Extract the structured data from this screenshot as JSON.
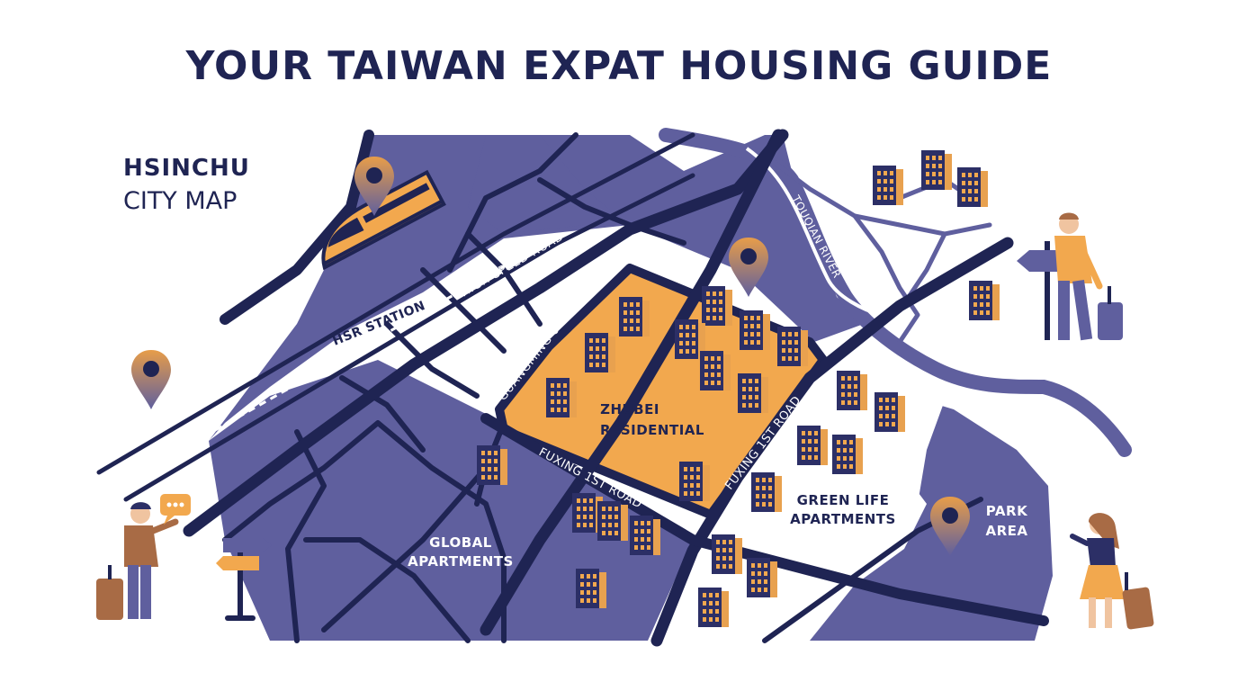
{
  "title": "YOUR TAIWAN EXPAT HOUSING GUIDE",
  "city": {
    "line1": "HSINCHU",
    "line2": "CITY MAP"
  },
  "roads": {
    "high_speed": "HIGH SPEED ROAD",
    "guangming": "GUANGMING 6th ROAD",
    "fuxing_a": "FUXING 1ST ROAD",
    "fuxing_b": "FUXING 1ST ROAD",
    "river": "TOUQIAN RIVER"
  },
  "places": {
    "hsr_station": "HSR STATION",
    "zhubei": {
      "line1": "ZHUBEI",
      "line2": "RESIDENTIAL"
    },
    "global": {
      "line1": "GLOBAL",
      "line2": "APARTMENTS"
    },
    "green": {
      "line1": "GREEN LIFE",
      "line2": "APARTMENTS"
    },
    "park": {
      "line1": "PARK",
      "line2": "AREA"
    }
  },
  "colors": {
    "navy": "#1f2453",
    "block": "#5f5f9e",
    "orange": "#f2a84e",
    "white": "#ffffff"
  },
  "icons": [
    "location-pin-icon",
    "train-icon",
    "signpost-icon",
    "chat-bubble-icon",
    "building-icon",
    "suitcase-icon"
  ]
}
